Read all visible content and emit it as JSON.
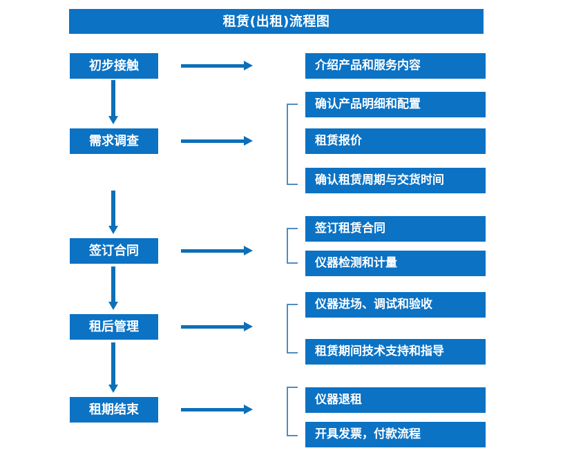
{
  "title": "租赁(出租)流程图",
  "theme": {
    "box_fill": "#0b72c4",
    "box_text": "#ffffff",
    "arrow": "#0d6fb8",
    "bracket": "#4f8bbf",
    "background": "#ffffff"
  },
  "stages": [
    {
      "id": "stage-1",
      "label": "初步接触"
    },
    {
      "id": "stage-2",
      "label": "需求调查"
    },
    {
      "id": "stage-3",
      "label": "签订合同"
    },
    {
      "id": "stage-4",
      "label": "租后管理"
    },
    {
      "id": "stage-5",
      "label": "租期结束"
    }
  ],
  "details": [
    {
      "id": "detail-1-1",
      "label": "介绍产品和服务内容"
    },
    {
      "id": "detail-2-1",
      "label": "确认产品明细和配置"
    },
    {
      "id": "detail-2-2",
      "label": "租赁报价"
    },
    {
      "id": "detail-2-3",
      "label": "确认租赁周期与交货时间"
    },
    {
      "id": "detail-3-1",
      "label": "签订租赁合同"
    },
    {
      "id": "detail-3-2",
      "label": "仪器检测和计量"
    },
    {
      "id": "detail-4-1",
      "label": "仪器进场、调试和验收"
    },
    {
      "id": "detail-4-2",
      "label": "租赁期间技术支持和指导"
    },
    {
      "id": "detail-5-1",
      "label": "仪器退租"
    },
    {
      "id": "detail-5-2",
      "label": "开具发票，付款流程"
    }
  ],
  "flow": {
    "stage_to_detail_connector": "arrow-right",
    "stage_to_stage_connector": "arrow-down",
    "group_connector": "bracket"
  }
}
